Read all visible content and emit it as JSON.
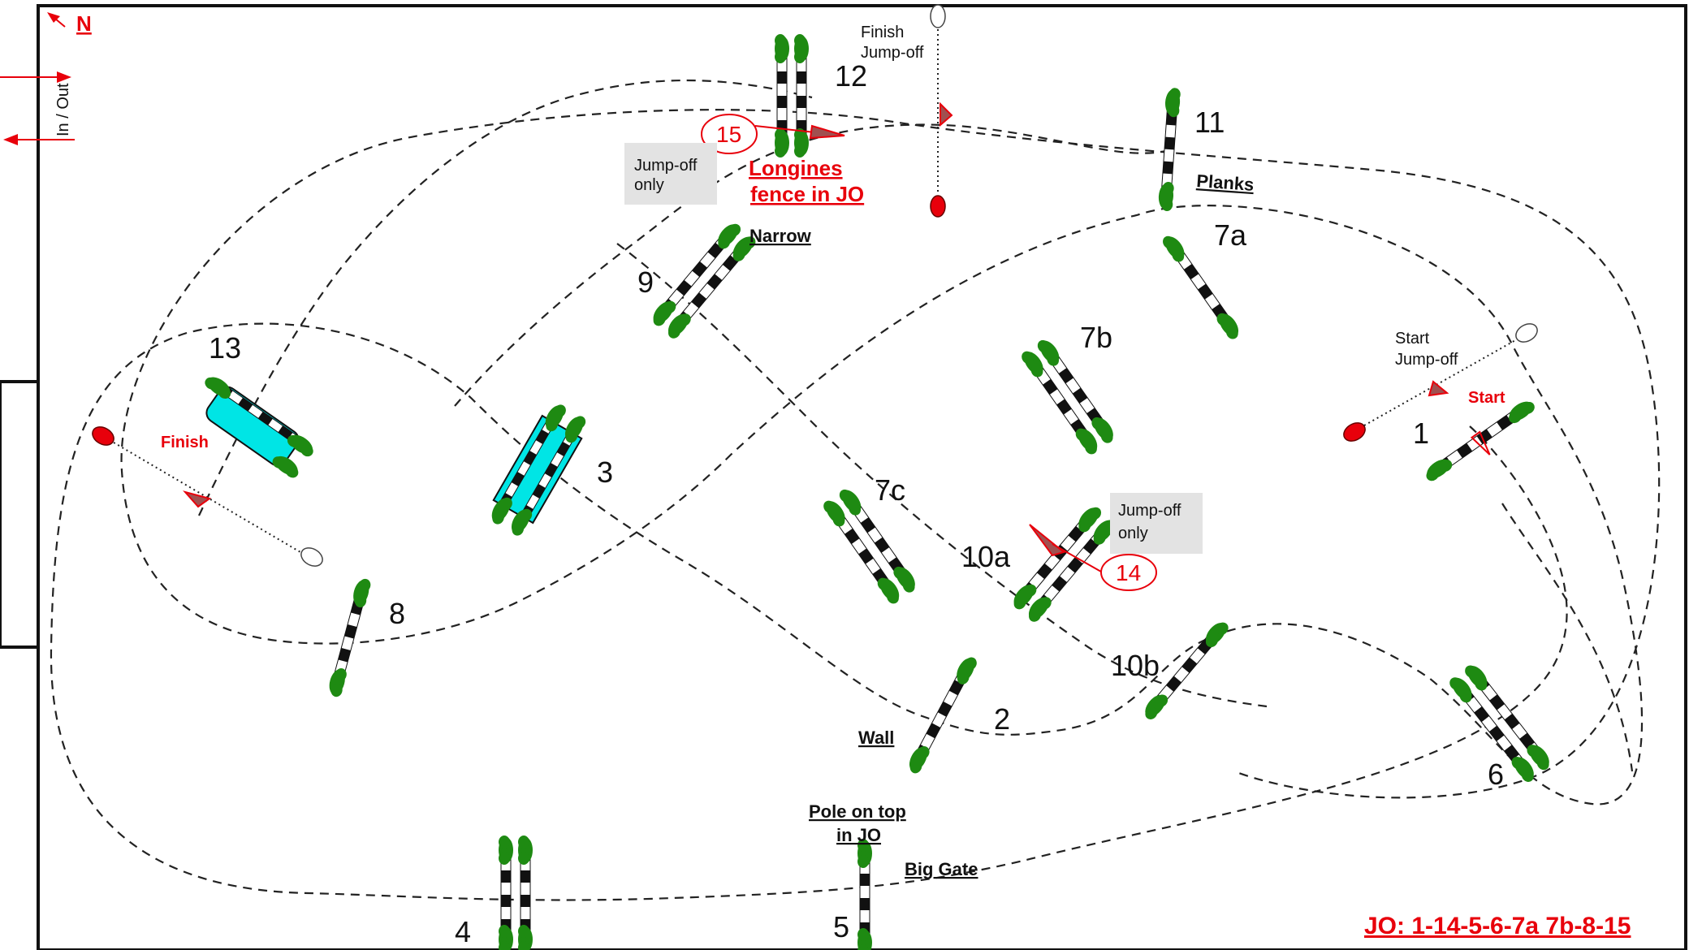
{
  "north_label": "N",
  "in_out_label": "In / Out",
  "start_label": "Start",
  "finish_label": "Finish",
  "start_jumpoff_label": [
    "Start",
    "Jump-off"
  ],
  "finish_jumpoff_label": [
    "Finish",
    "Jump-off"
  ],
  "jumpoff_only_label": [
    "Jump-off",
    "only"
  ],
  "jumpoff_sequence": "JO: 1-14-5-6-7a 7b-8-15",
  "colors": {
    "accent_red": "#e8000b",
    "water_cyan": "#00e5e5",
    "shrub_green": "#1e8a12",
    "note_gray": "#e3e3e3"
  },
  "fences": [
    {
      "id": "1",
      "label": "1"
    },
    {
      "id": "2",
      "label": "2",
      "name": "Wall"
    },
    {
      "id": "3",
      "label": "3"
    },
    {
      "id": "4",
      "label": "4"
    },
    {
      "id": "5",
      "label": "5",
      "name": "Big Gate",
      "note": [
        "Pole on top",
        "in JO"
      ]
    },
    {
      "id": "6",
      "label": "6"
    },
    {
      "id": "7a",
      "label": "7a"
    },
    {
      "id": "7b",
      "label": "7b"
    },
    {
      "id": "7c",
      "label": "7c"
    },
    {
      "id": "8",
      "label": "8"
    },
    {
      "id": "9",
      "label": "9",
      "name": "Narrow"
    },
    {
      "id": "10a",
      "label": "10a"
    },
    {
      "id": "10b",
      "label": "10b"
    },
    {
      "id": "11",
      "label": "11",
      "name": "Planks"
    },
    {
      "id": "12",
      "label": "12"
    },
    {
      "id": "13",
      "label": "13"
    }
  ],
  "jumpoff_fences": [
    {
      "label": "14"
    },
    {
      "label": "15",
      "note": [
        "Longines",
        "fence in JO"
      ]
    }
  ]
}
